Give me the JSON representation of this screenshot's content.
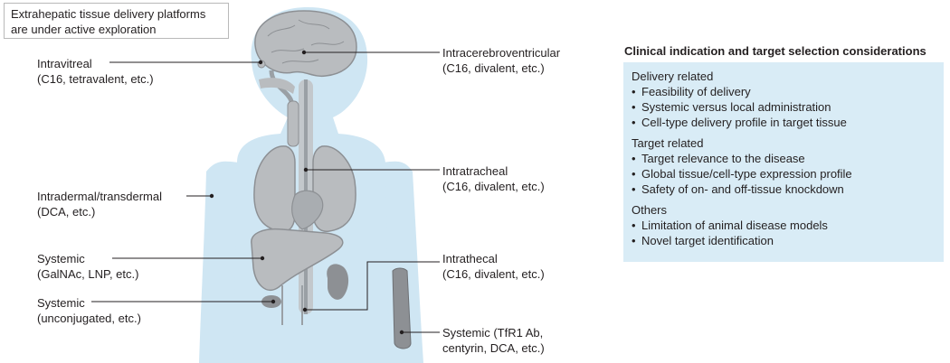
{
  "header_note": {
    "line1": "Extrahepatic tissue delivery platforms",
    "line2": "are under active exploration"
  },
  "routes": {
    "intravitreal": {
      "name": "Intravitreal",
      "platforms": "(C16, tetravalent, etc.)"
    },
    "intracerebroventricular": {
      "name": "Intracerebroventricular",
      "platforms": "(C16, divalent, etc.)"
    },
    "intradermal": {
      "name": "Intradermal/transdermal",
      "platforms": "(DCA, etc.)"
    },
    "intratracheal": {
      "name": "Intratracheal",
      "platforms": "(C16, divalent, etc.)"
    },
    "systemic_liver": {
      "name": "Systemic",
      "platforms": "(GalNAc, LNP, etc.)"
    },
    "intrathecal": {
      "name": "Intrathecal",
      "platforms": "(C16, divalent, etc.)"
    },
    "systemic_unconjugated": {
      "name": "Systemic",
      "platforms": "(unconjugated, etc.)"
    },
    "systemic_muscle": {
      "line1": "Systemic (TfR1 Ab,",
      "line2": "centyrin, DCA, etc.)"
    }
  },
  "considerations": {
    "title": "Clinical indication and target selection considerations",
    "sections": [
      {
        "heading": "Delivery related",
        "items": [
          "Feasibility of delivery",
          "Systemic versus local administration",
          "Cell-type delivery profile in target tissue"
        ]
      },
      {
        "heading": "Target related",
        "items": [
          "Target relevance to the disease",
          "Global tissue/cell-type expression profile",
          "Safety of on- and off-tissue knockdown"
        ]
      },
      {
        "heading": "Others",
        "items": [
          "Limitation of animal disease models",
          "Novel target identification"
        ]
      }
    ]
  },
  "colors": {
    "body": "#cfe6f3",
    "organ": "#b9bcbf",
    "organ_dark": "#8d9094",
    "panel": "#d9ecf6",
    "leader": "#231f20"
  }
}
